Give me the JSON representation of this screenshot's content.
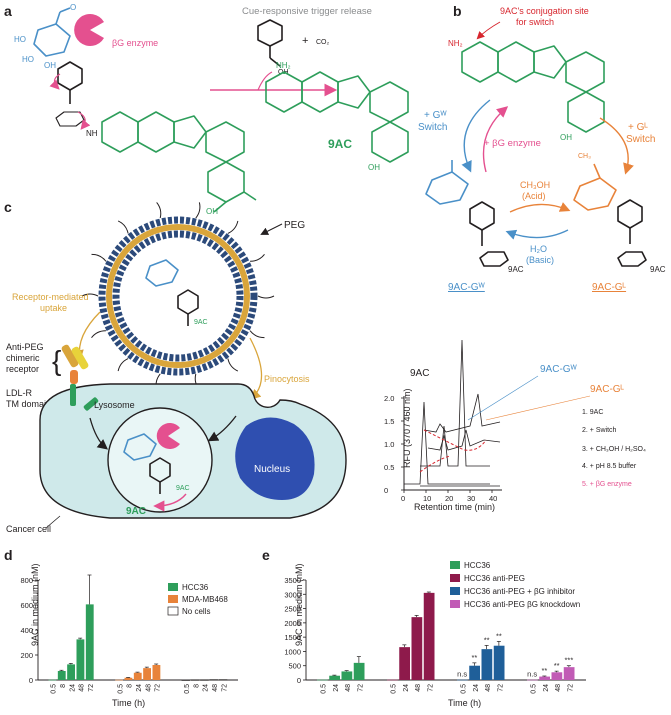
{
  "panels": {
    "a": {
      "letter": "a",
      "caption": "Cue-responsive trigger release",
      "enzyme": "βG enzyme",
      "plus": "+",
      "co2": "CO₂",
      "product": "9AC",
      "oh": "OH",
      "nh": "NH",
      "nh2": "NH₂"
    },
    "b": {
      "letter": "b",
      "site_label_1": "9AC's conjugation site",
      "site_label_2": "for switch",
      "gw_switch_1": "+ Gᵂ",
      "gw_switch_2": "Switch",
      "enzyme": "+ βG enzyme",
      "gl_switch_1": "+ Gᴸ",
      "gl_switch_2": "Switch",
      "acid_1": "CH₃OH",
      "acid_2": "(Acid)",
      "basic_1": "H₂O",
      "basic_2": "(Basic)",
      "left_compound": "9AC-Gᵂ",
      "right_compound": "9AC-Gᴸ",
      "tag": "9AC",
      "ch3": "CH₃"
    },
    "c": {
      "letter": "c",
      "peg": "PEG",
      "uptake_1": "Receptor-mediated",
      "uptake_2": "uptake",
      "receptor_1": "Anti-PEG",
      "receptor_2": "chimeric",
      "receptor_3": "receptor",
      "ldlr_1": "LDL-R",
      "ldlr_2": "TM domain",
      "lysosome": "Lysosome",
      "pinocytosis": "Pinocytosis",
      "nucleus": "Nucleus",
      "released": "9AC",
      "cancer_cell": "Cancer cell",
      "tag": "9AC"
    },
    "hplc": {
      "ylabel": "RFU (370 / 460 nm)",
      "xlabel": "Retention time (min)",
      "peak_9ac": "9AC",
      "peak_gw": "9AC-Gᵂ",
      "peak_gl": "9AC-Gᴸ",
      "traces": [
        "1.  9AC",
        "2. + Switch",
        "3. + CH₃OH / H₂SO₄",
        "4. + pH 8.5 buffer",
        "5. + βG enzyme"
      ],
      "xticks": [
        "0",
        "10",
        "20",
        "30",
        "40"
      ],
      "yticks": [
        "0",
        "0.5",
        "1.0",
        "1.5",
        "2.0"
      ]
    }
  },
  "colors": {
    "green": "#2e9e5b",
    "pink": "#e4508f",
    "blue": "#4a90c8",
    "orange": "#e8833a",
    "red": "#d7262e",
    "gold": "#d9a53b",
    "cell": "#cfe9ea",
    "nucleus": "#2f4fb0",
    "maroon": "#8e1a4b",
    "navy": "#1f5f99",
    "violet": "#c15bb5"
  },
  "chart_data": [
    {
      "panel": "d",
      "letter": "d",
      "type": "bar",
      "ylabel": "9AC in medium (nM)",
      "xlabel": "Time (h)",
      "ylim": [
        0,
        800
      ],
      "yticks": [
        "0",
        "200",
        "400",
        "600",
        "800"
      ],
      "categories": [
        "0.5",
        "8",
        "24",
        "48",
        "72"
      ],
      "series": [
        {
          "name": "HCC36",
          "color": "#2e9e5b",
          "values": [
            2,
            72,
            125,
            325,
            605
          ],
          "errors": [
            0,
            6,
            8,
            10,
            235
          ]
        },
        {
          "name": "MDA-MB468",
          "color": "#e8833a",
          "values": [
            2,
            18,
            58,
            95,
            120
          ],
          "errors": [
            0,
            3,
            5,
            8,
            8
          ]
        },
        {
          "name": "No cells",
          "color": "#ffffff",
          "values": [
            1,
            2,
            2,
            3,
            3
          ],
          "errors": [
            0,
            0,
            0,
            0,
            0
          ]
        }
      ]
    },
    {
      "panel": "e",
      "letter": "e",
      "type": "bar",
      "ylabel": "9AC in medium (nM)",
      "xlabel": "Time (h)",
      "ylim": [
        0,
        3500
      ],
      "yticks": [
        "0",
        "500",
        "1000",
        "1500",
        "2000",
        "2500",
        "3000",
        "3500"
      ],
      "categories": [
        "0.5",
        "24",
        "48",
        "72"
      ],
      "series": [
        {
          "name": "HCC36",
          "color": "#2e9e5b",
          "values": [
            10,
            150,
            300,
            600
          ],
          "errors": [
            0,
            20,
            30,
            220
          ],
          "sig": [
            "",
            "",
            "",
            ""
          ]
        },
        {
          "name": "HCC36 anti-PEG",
          "color": "#8e1a4b",
          "values": [
            10,
            1150,
            2200,
            3050
          ],
          "errors": [
            0,
            80,
            60,
            30
          ],
          "sig": [
            "",
            "",
            "",
            ""
          ]
        },
        {
          "name": "HCC36 anti-PEG + βG inhibitor",
          "color": "#1f5f99",
          "values": [
            10,
            500,
            1080,
            1200
          ],
          "errors": [
            0,
            100,
            130,
            150
          ],
          "sig": [
            "n.s",
            "**",
            "**",
            "**"
          ]
        },
        {
          "name": "HCC36 anti-PEG βG knockdown",
          "color": "#c15bb5",
          "values": [
            10,
            120,
            270,
            450
          ],
          "errors": [
            0,
            20,
            40,
            50
          ],
          "sig": [
            "n.s",
            "**",
            "**",
            "***"
          ]
        }
      ]
    }
  ]
}
